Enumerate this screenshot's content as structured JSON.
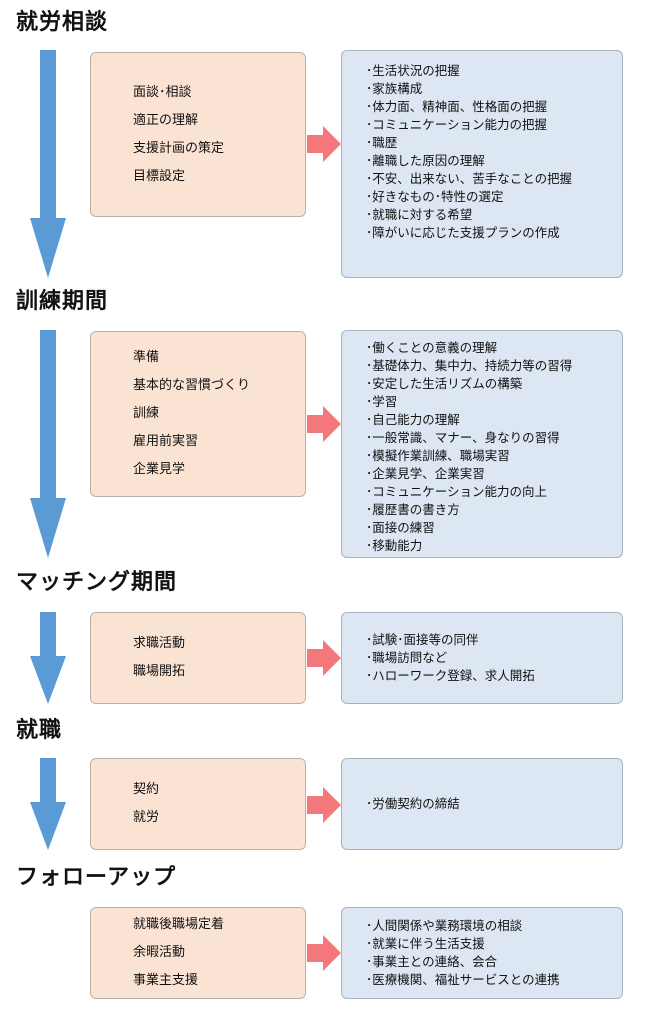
{
  "stages": [
    {
      "title": "就労相談",
      "left_items": [
        "面談･相談",
        "適正の理解",
        "支援計画の策定",
        "目標設定"
      ],
      "right_items": [
        "･生活状況の把握",
        "･家族構成",
        "･体力面、精神面、性格面の把握",
        "･コミュニケーション能力の把握",
        "･職歴",
        "･離職した原因の理解",
        "･不安、出来ない、苦手なことの把握",
        "･好きなもの･特性の選定",
        "･就職に対する希望",
        "･障がいに応じた支援プランの作成"
      ]
    },
    {
      "title": "訓練期間",
      "left_items": [
        "準備",
        "基本的な習慣づくり",
        "訓練",
        "雇用前実習",
        "企業見学"
      ],
      "right_items": [
        "･働くことの意義の理解",
        "･基礎体力、集中力、持続力等の習得",
        "･安定した生活リズムの構築",
        "･学習",
        "･自己能力の理解",
        "･一般常識、マナー、身なりの習得",
        "･模擬作業訓練、職場実習",
        "･企業見学、企業実習",
        "･コミュニケーション能力の向上",
        "･履歴書の書き方",
        "･面接の練習",
        "･移動能力"
      ]
    },
    {
      "title": "マッチング期間",
      "left_items": [
        "求職活動",
        "職場開拓"
      ],
      "right_items": [
        "･試験･面接等の同伴",
        "･職場訪問など",
        "･ハローワーク登録、求人開拓"
      ]
    },
    {
      "title": "就職",
      "left_items": [
        "契約",
        "就労"
      ],
      "right_items": [
        "･労働契約の締結"
      ]
    },
    {
      "title": "フォローアップ",
      "left_items": [
        "就職後職場定着",
        "余暇活動",
        "事業主支援"
      ],
      "right_items": [
        "･人間関係や業務環境の相談",
        "･就業に伴う生活支援",
        "･事業主との連絡、会合",
        "･医療機関、福祉サービスとの連携"
      ]
    }
  ],
  "colors": {
    "down_arrow": "#5b9bd5",
    "right_arrow": "#f4777c",
    "left_box": "#fbe3d4",
    "right_box": "#dde7f3"
  }
}
